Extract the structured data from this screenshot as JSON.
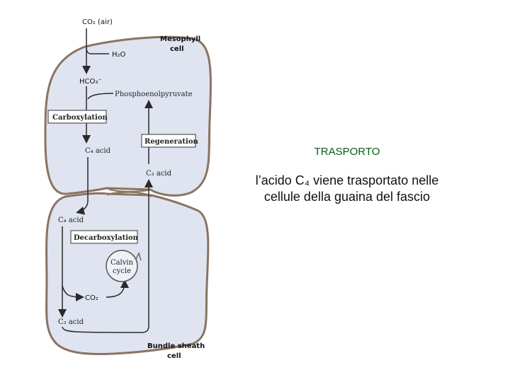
{
  "diagram": {
    "co2_air": "CO₂ (air)",
    "mesophyll_line1": "Mesophyll",
    "mesophyll_line2": "cell",
    "h2o": "H₂O",
    "hco3": "HCO₃⁻",
    "phosphoenolpyruvate": "Phosphoenolpyruvate",
    "carboxylation": "Carboxylation",
    "regeneration": "Regeneration",
    "c4_acid_top": "C₄ acid",
    "c3_acid_top": "C₃ acid",
    "c4_acid_bottom": "C₄ acid",
    "decarboxylation": "Decarboxylation",
    "calvin_line1": "Calvin",
    "calvin_line2": "cycle",
    "co2_inner": "CO₂",
    "c3_acid_bottom": "C₃ acid",
    "bundle_line1": "Bundle sheath",
    "bundle_line2": "cell"
  },
  "text": {
    "title": "TRASPORTO",
    "description": "l’acido C₄ viene trasportato nelle cellule della guaina del fascio"
  },
  "colors": {
    "cell_fill": "#dfe4f0",
    "cell_outline": "#8a7362",
    "title_color": "#0b5a14"
  }
}
